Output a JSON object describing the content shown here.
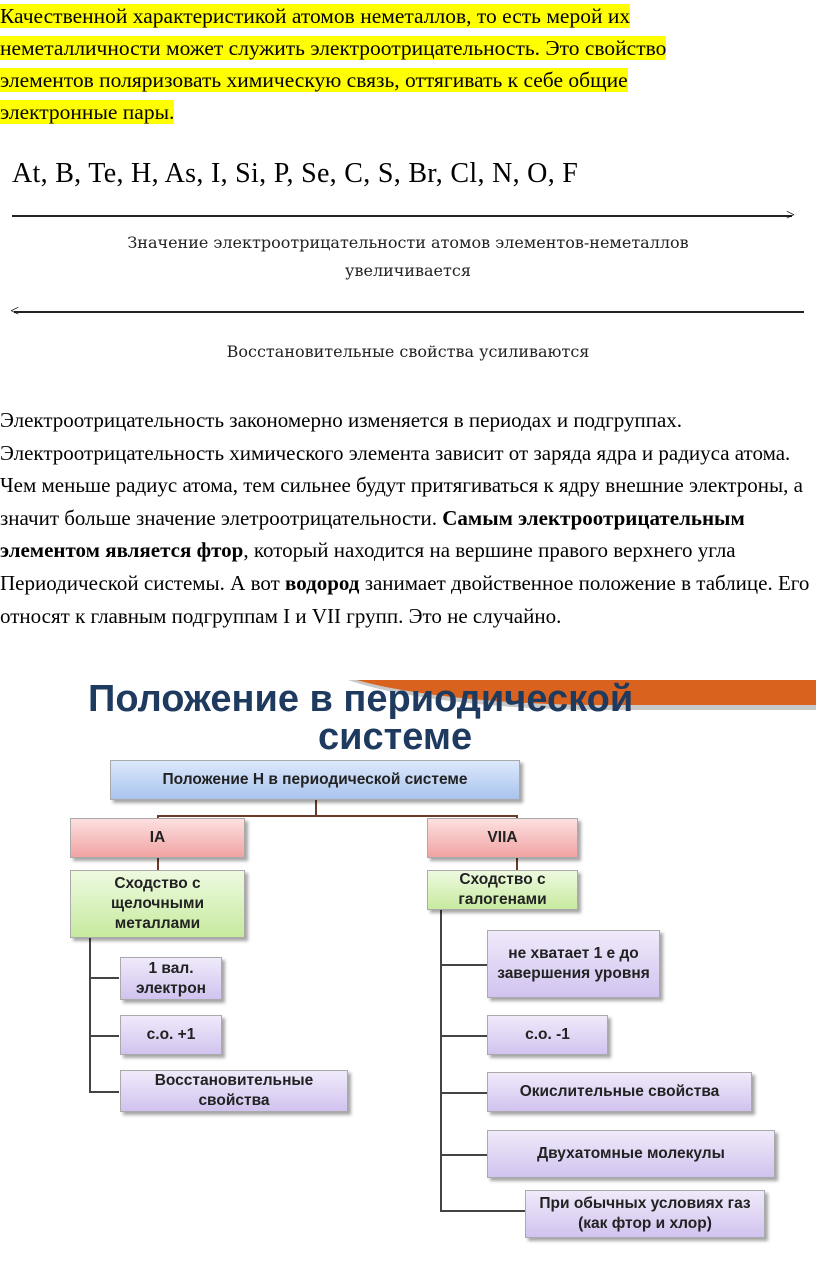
{
  "intro": {
    "lines": [
      "Качественной характеристикой атомов неметаллов, то есть мерой их",
      "неметалличности может служить электроотрицательность. Это свойство",
      "элементов поляризовать химическую связь, оттягивать к себе общие",
      "электронные пары."
    ],
    "highlight_color": "#ffff00"
  },
  "scheme": {
    "elements": "At, B, Te, H, As, I, Si, P, Se, C, S, Br, Cl, N, O, F",
    "right_arrow_caption_1": "Значение электроотрицательности атомов элементов-неметаллов",
    "right_arrow_caption_2": "увеличивается",
    "left_arrow_caption": "Восстановительные свойства усиливаются"
  },
  "paragraph": {
    "p1": "Электроотрицательность закономерно изменяется в периодах и подгруппах. Электроотрицательность химического элемента зависит от заряда ядра и радиуса атома. Чем меньше радиус атома, тем сильнее будут притягиваться к ядру внешние электроны, а значит больше значение элетроотрицательности. ",
    "bold1": "Самым электроотрицательным элементом является фтор",
    "p2": ", который находится на вершине правого верхнего угла Периодической системы. А вот ",
    "bold2": "водород",
    "p3": " занимает двойственное положение  в таблице. Его относят к главным подгруппам  I и VII групп. Это не случайно."
  },
  "slide": {
    "title_1": "Положение в периодической",
    "title_2": "системе",
    "root": "Положение Н в периодической системе",
    "left_group": "IA",
    "right_group": "VIIA",
    "left_similarity": "Сходство с щелочными металлами",
    "right_similarity": "Сходство с галогенами",
    "left_items": [
      "1 вал. электрон",
      "с.о. +1",
      "Восстановительные свойства"
    ],
    "right_items": [
      "не хватает 1 е до завершения уровня",
      "с.о. -1",
      "Окислительные свойства",
      "Двухатомные молекулы",
      "При обычных условиях газ (как фтор и хлор)"
    ]
  }
}
